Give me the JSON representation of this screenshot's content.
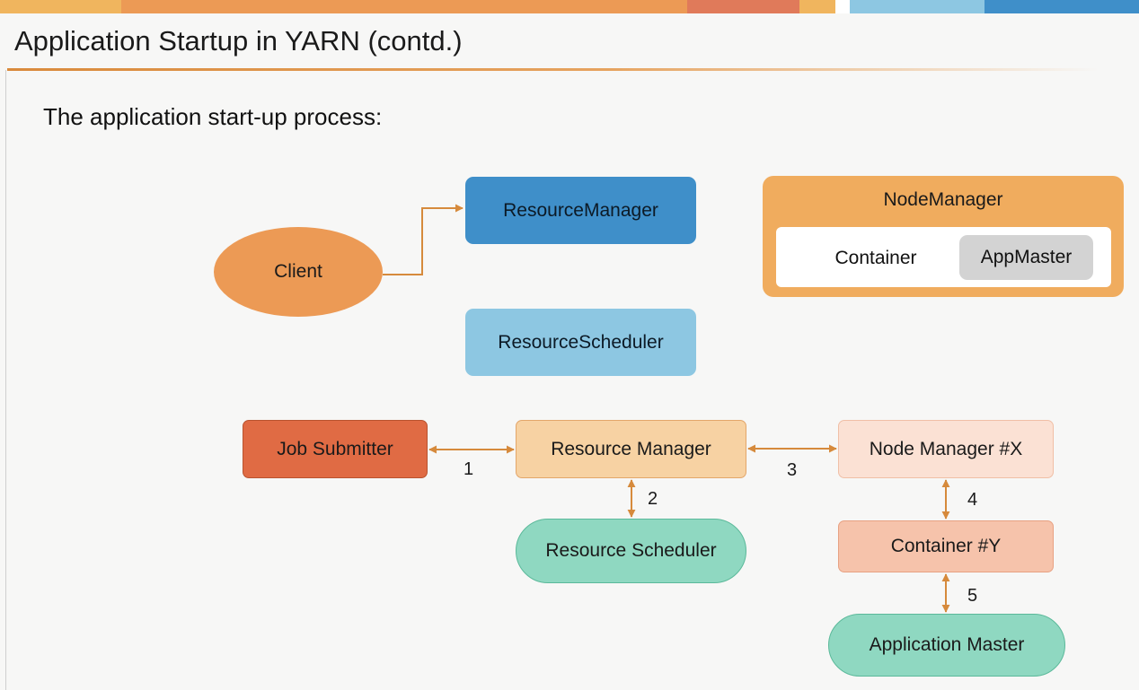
{
  "title": "Application Startup in YARN (contd.)",
  "subtitle": "The application start-up process:",
  "colors": {
    "accent_orange": "#ec9a55",
    "accent_blue": "#3f8fc9",
    "arrow": "#d68a3c"
  },
  "legend": {
    "client": "Client",
    "resource_manager": "ResourceManager",
    "resource_scheduler": "ResourceScheduler",
    "node_manager": {
      "title": "NodeManager",
      "container": "Container",
      "app_master": "AppMaster"
    }
  },
  "flow": {
    "job_submitter": "Job Submitter",
    "resource_manager": "Resource Manager",
    "node_manager": "Node Manager #X",
    "container": "Container #Y",
    "resource_scheduler": "Resource Scheduler",
    "application_master": "Application Master",
    "steps": [
      "1",
      "2",
      "3",
      "4",
      "5"
    ]
  }
}
